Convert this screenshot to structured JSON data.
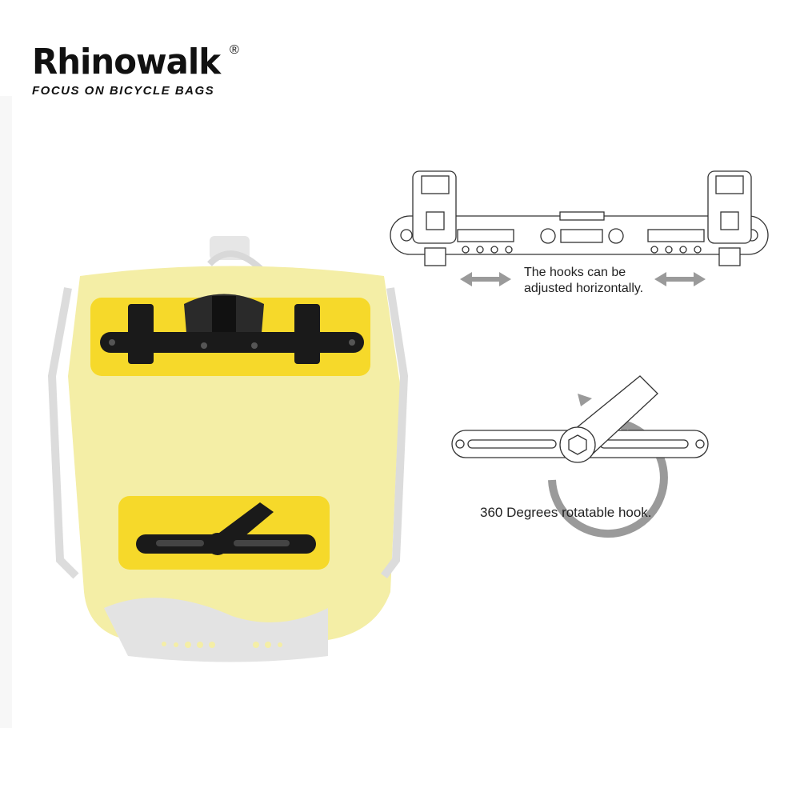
{
  "brand": {
    "name": "Rhinowalk",
    "registered_mark": "®",
    "tagline": "FOCUS ON BICYCLE BAGS"
  },
  "captions": {
    "horizontal_line1": "The hooks can be",
    "horizontal_line2": "adjusted horizontally.",
    "rotate": "360 Degrees rotatable hook."
  },
  "colors": {
    "bag": "#f4eea6",
    "highlight": "#f6d92a",
    "hardware": "#1a1a1a",
    "arrow": "#9a9a9a"
  }
}
